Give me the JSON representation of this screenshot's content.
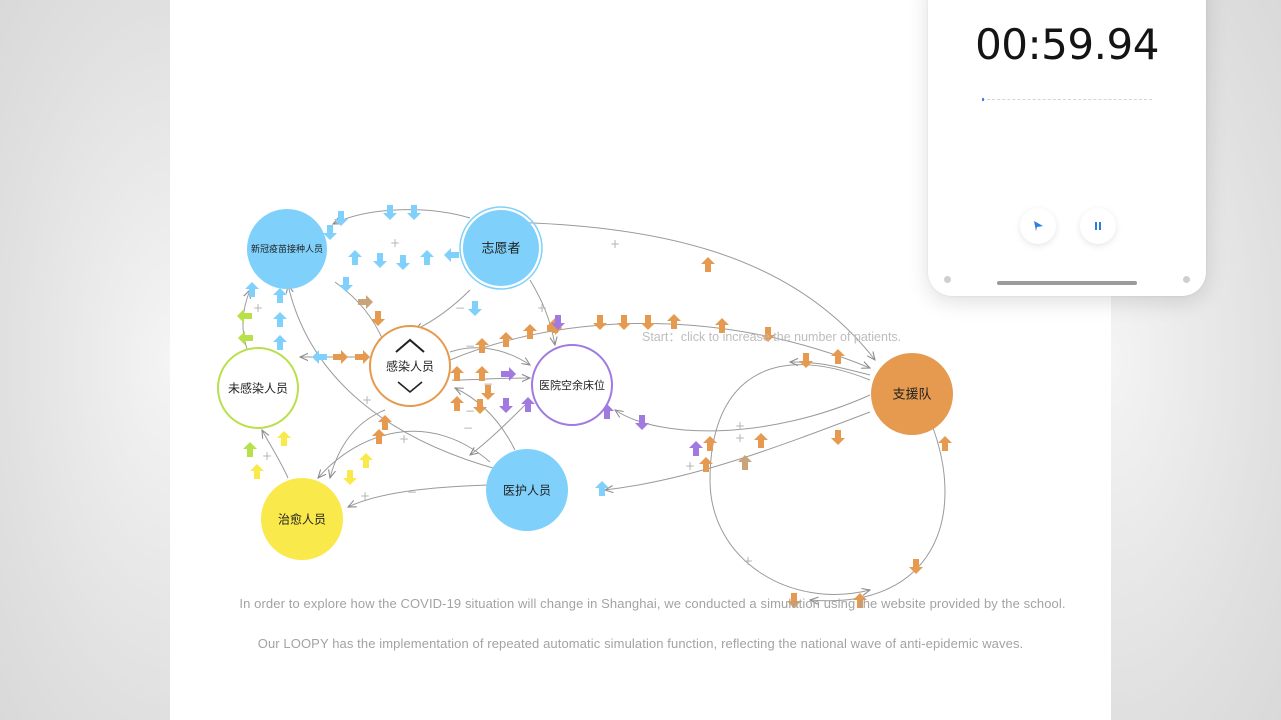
{
  "colors": {
    "blue": "#7fd0fb",
    "orange": "#e59a4f",
    "orange_light": "#f0a85c",
    "purple": "#a07ae0",
    "yellow": "#f9e94a",
    "green": "#b8e04a",
    "tan": "#c9a37a",
    "edge": "#9a9a9a"
  },
  "diagram": {
    "nodes": {
      "vaccinated": {
        "label": "新冠疫苗接种人员"
      },
      "volunteers": {
        "label": "志愿者"
      },
      "infected": {
        "label": "感染人员"
      },
      "hospital_beds": {
        "label": "医院空余床位"
      },
      "uninfected": {
        "label": "未感染人员"
      },
      "support_team": {
        "label": "支援队"
      },
      "medical_staff": {
        "label": "医护人员"
      },
      "recovered": {
        "label": "治愈人员"
      }
    },
    "hint": "Start：click to increase the number of patients.",
    "captions": [
      "In order to explore how the COVID-19 situation will change in Shanghai, we conducted a simulation using the website provided by the school.",
      "Our LOOPY has the implementation of repeated automatic simulation function, reflecting the national wave of anti-epidemic waves."
    ]
  },
  "player": {
    "timer": "00:59.94",
    "progress": 0.01,
    "play_icon": "play-icon",
    "pause_icon": "pause-icon"
  }
}
